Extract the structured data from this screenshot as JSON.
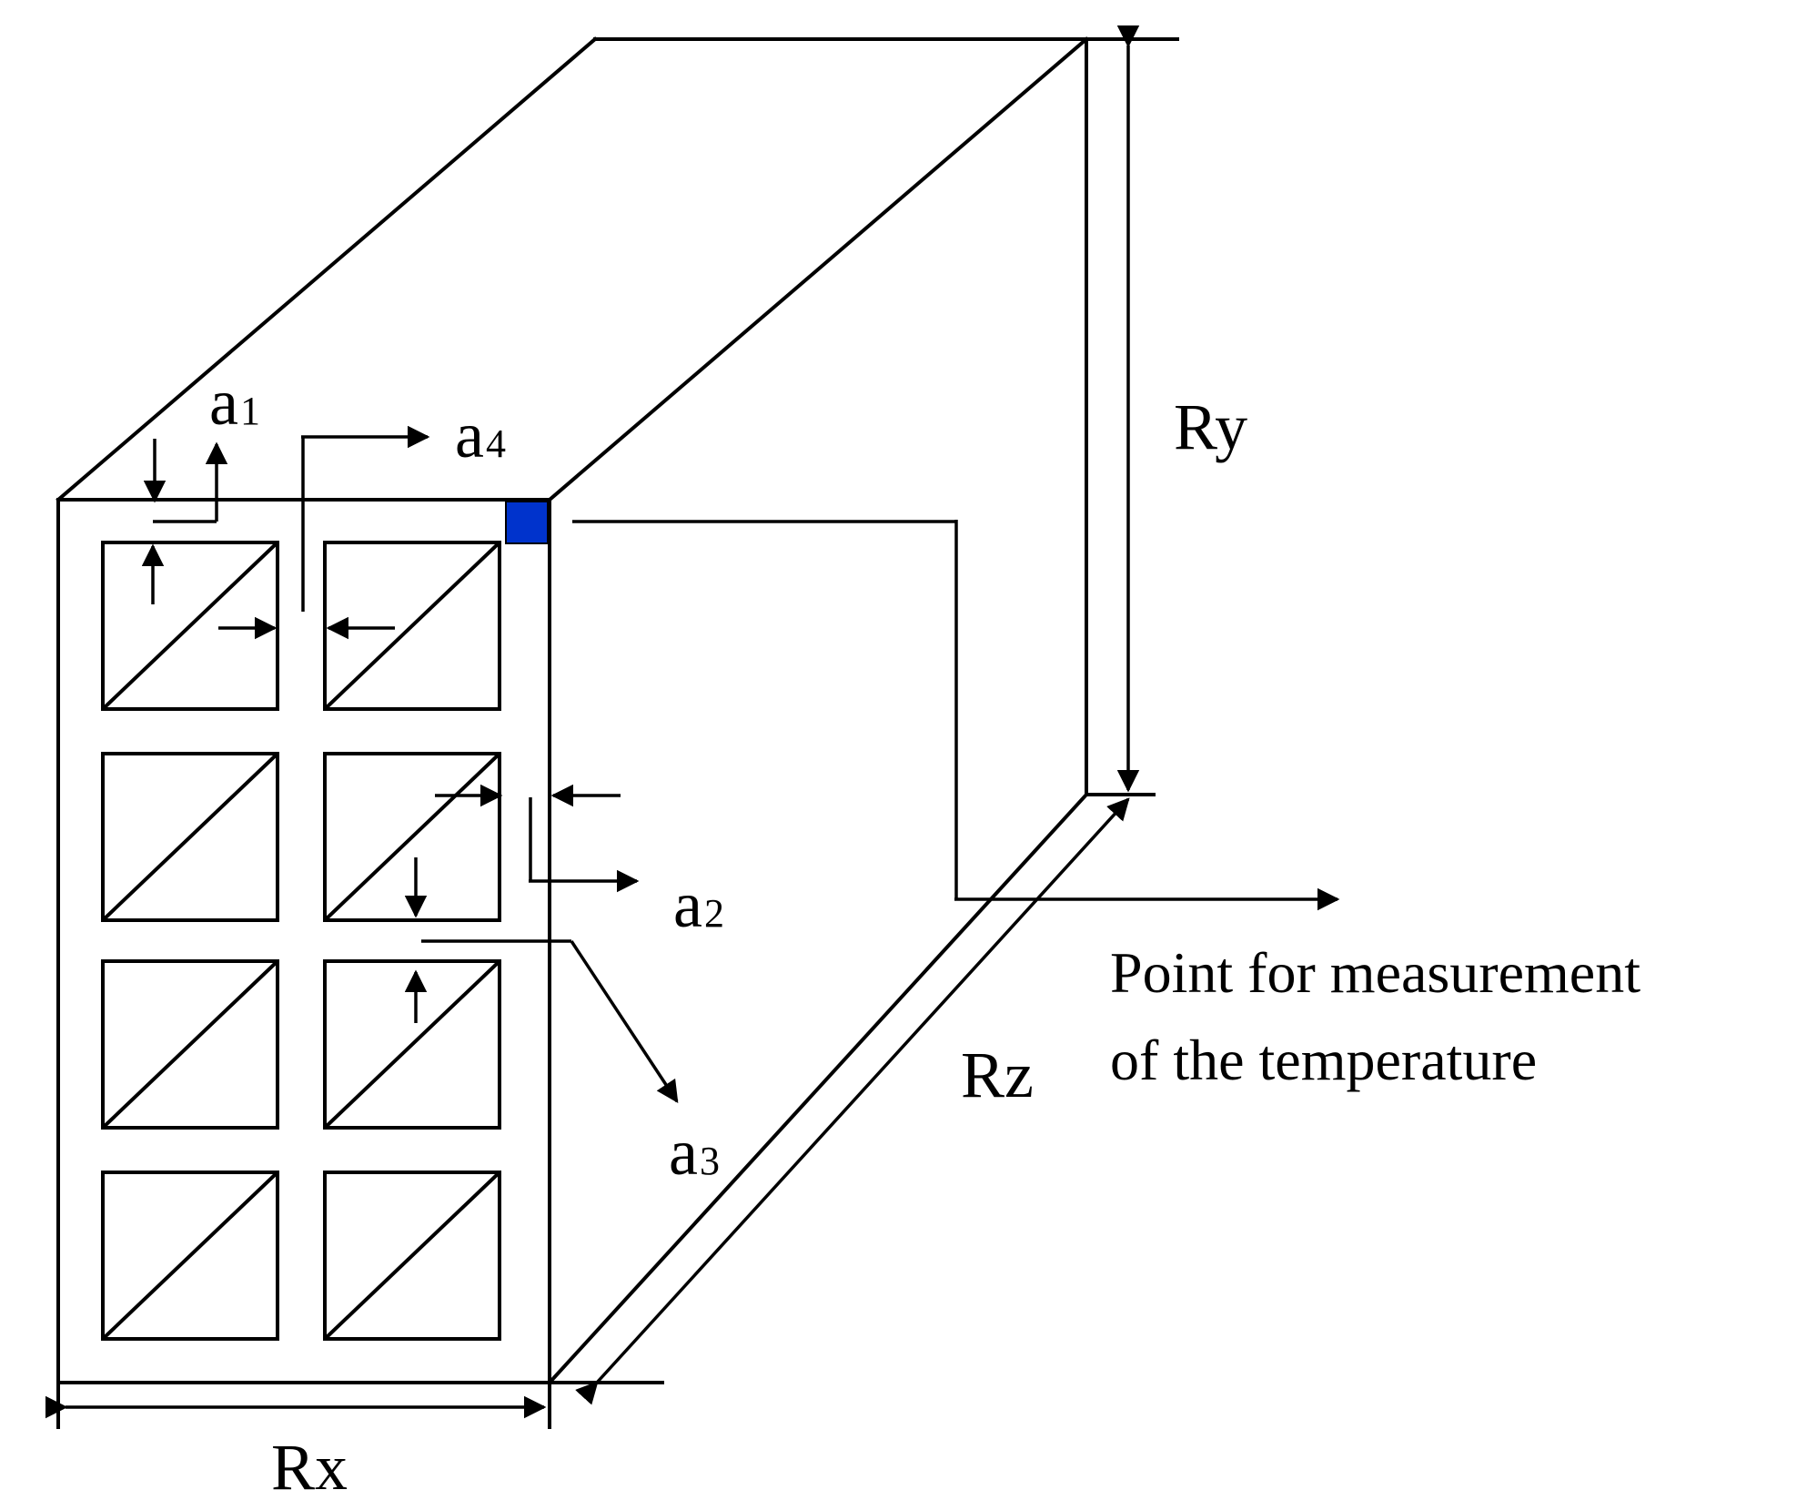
{
  "labels": {
    "rx": "Rx",
    "ry": "Ry",
    "rz": "Rz",
    "a1": {
      "base": "a",
      "sub": "1"
    },
    "a2": {
      "base": "a",
      "sub": "2"
    },
    "a3": {
      "base": "a",
      "sub": "3"
    },
    "a4": {
      "base": "a",
      "sub": "4"
    }
  },
  "measurement_note": {
    "line1": "Point for measurement",
    "line2": "of the temperature"
  },
  "colors": {
    "line": "#000000",
    "measurement_point": "#0033cc",
    "background": "#ffffff"
  }
}
